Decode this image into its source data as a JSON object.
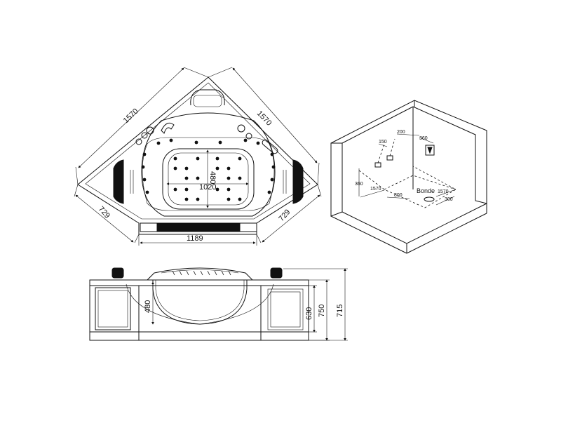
{
  "top_view": {
    "dims": {
      "side_left": "1570",
      "side_right": "1570",
      "short_left": "729",
      "short_right": "729",
      "front_width": "1189",
      "inner_width": "1020",
      "inner_depth": "480"
    }
  },
  "iso_view": {
    "dims": {
      "d200": "200",
      "d150": "150",
      "d360_top": "360",
      "d360_left": "360",
      "d1570_left": "1570",
      "d800": "800",
      "d1570_right": "1570",
      "d300": "300"
    },
    "drain_label": "Bonde"
  },
  "front_view": {
    "dims": {
      "inner_depth": "480",
      "h630": "630",
      "h750": "750",
      "h715": "715"
    }
  },
  "colors": {
    "line": "#111111",
    "background": "#ffffff"
  }
}
